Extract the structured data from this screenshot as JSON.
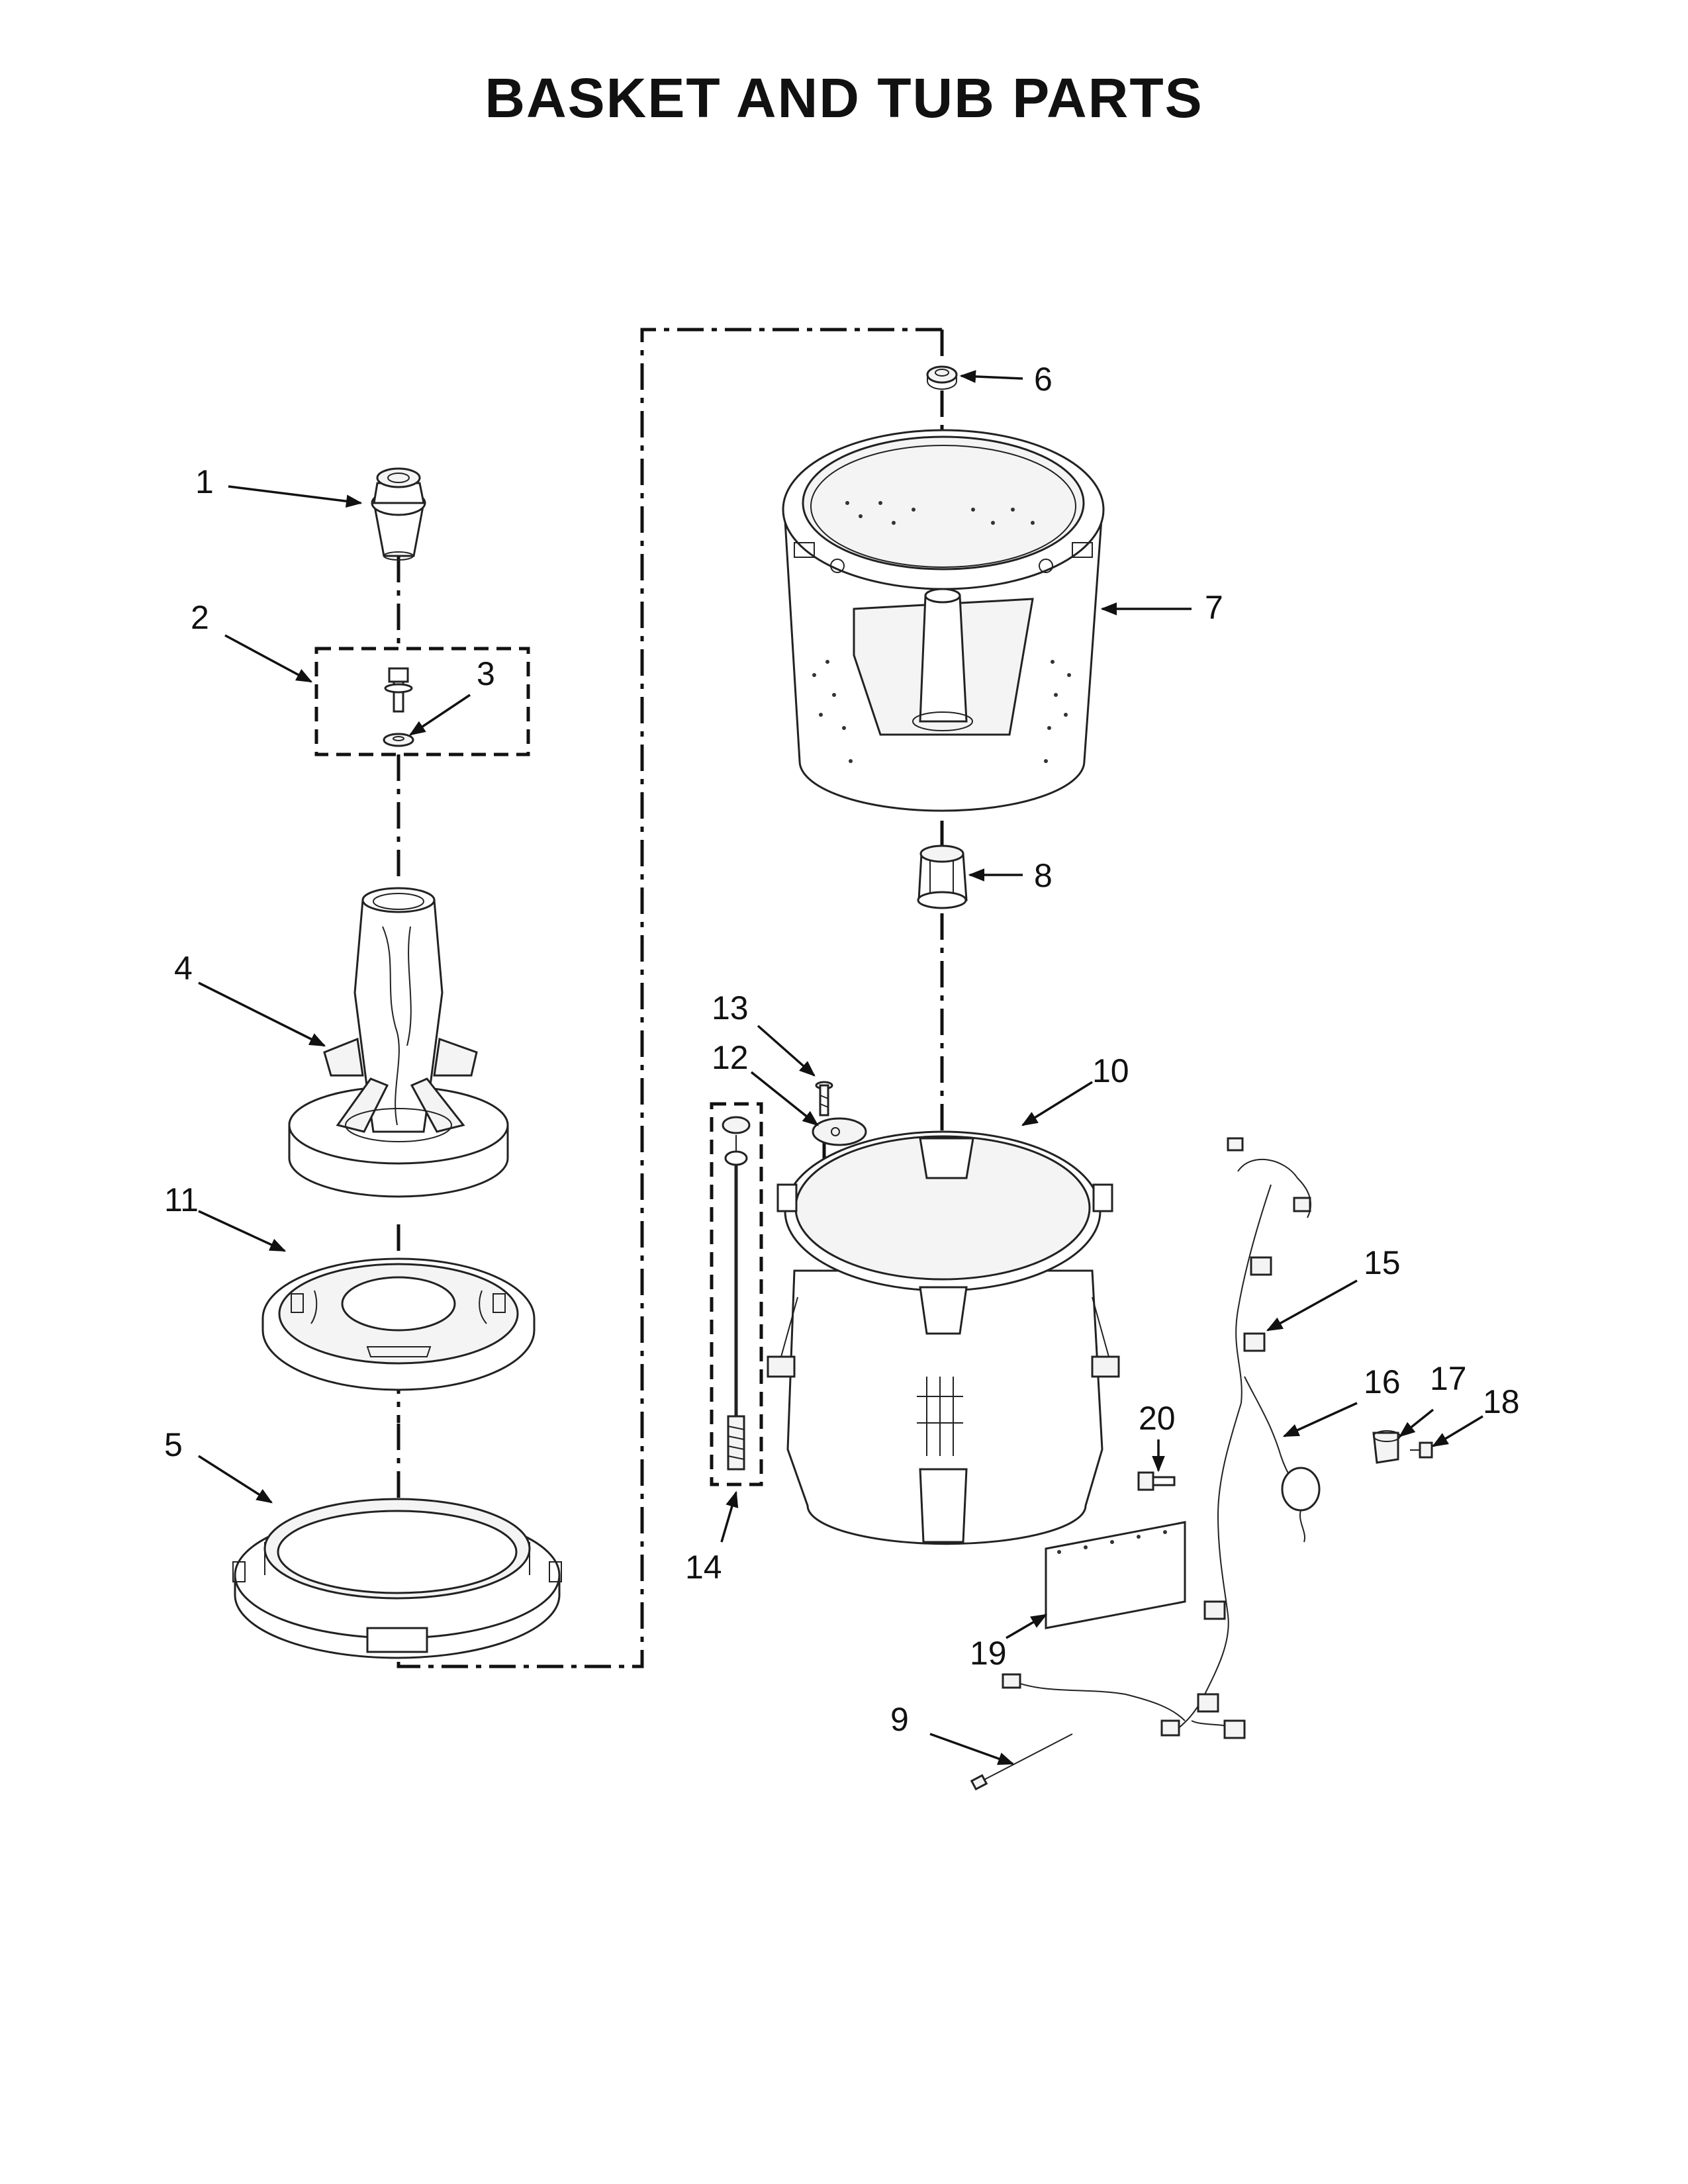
{
  "title": "BASKET AND TUB PARTS",
  "callouts": [
    "1",
    "2",
    "3",
    "4",
    "5",
    "6",
    "7",
    "8",
    "9",
    "10",
    "11",
    "12",
    "13",
    "14",
    "15",
    "16",
    "17",
    "18",
    "19",
    "20"
  ],
  "icons": {
    "agitator_cap": "agitator-cap-icon",
    "bolt_washer": "bolt-and-washer-icon",
    "agitator": "agitator-icon",
    "basket_drive_hub": "hub-icon",
    "balance_ring_base": "ring-icon",
    "nut": "nut-icon",
    "basket": "basket-icon",
    "spline": "spline-coupler-icon",
    "cable_tie": "cable-tie-icon",
    "tub": "tub-icon",
    "screw": "screw-icon",
    "clip": "clip-icon",
    "pressure_hose": "pressure-hose-icon",
    "wire_harness": "wire-harness-icon",
    "clamp": "clamp-icon",
    "shield": "shield-plate-icon"
  }
}
